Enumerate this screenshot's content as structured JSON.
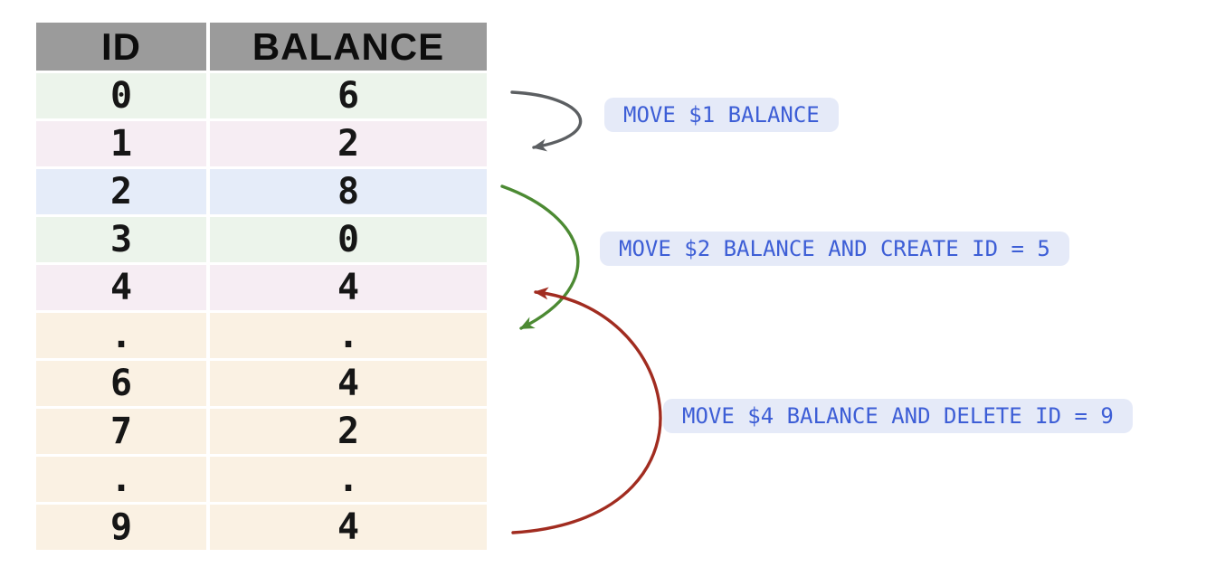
{
  "table": {
    "headers": [
      "ID",
      "BALANCE"
    ],
    "rows": [
      {
        "id": "0",
        "balance": "6"
      },
      {
        "id": "1",
        "balance": "2"
      },
      {
        "id": "2",
        "balance": "8"
      },
      {
        "id": "3",
        "balance": "0"
      },
      {
        "id": "4",
        "balance": "4"
      },
      {
        "id": ".",
        "balance": "."
      },
      {
        "id": "6",
        "balance": "4"
      },
      {
        "id": "7",
        "balance": "2"
      },
      {
        "id": ".",
        "balance": "."
      },
      {
        "id": "9",
        "balance": "4"
      }
    ]
  },
  "annotations": [
    {
      "label": "MOVE $1 BALANCE",
      "arrow_color": "#5C5F62",
      "from_row_id": "0",
      "to_row_id": "1"
    },
    {
      "label": "MOVE $2 BALANCE AND CREATE ID = 5",
      "arrow_color": "#4C8A33",
      "from_row_id": "2",
      "to_row_id": "5"
    },
    {
      "label": "MOVE $4 BALANCE AND DELETE ID = 9",
      "arrow_color": "#A12C20",
      "from_row_id": "9",
      "to_row_id": "4"
    }
  ],
  "colors": {
    "header_bg": "#9B9B9B",
    "row_green": "#ECF4EB",
    "row_pink": "#F6EDF3",
    "row_blue": "#E5ECF9",
    "row_cream": "#FAF1E3",
    "pill_bg": "#E5EAF8",
    "pill_text": "#3D5ED6",
    "arrow_gray": "#5C5F62",
    "arrow_green": "#4C8A33",
    "arrow_red": "#A12C20"
  }
}
